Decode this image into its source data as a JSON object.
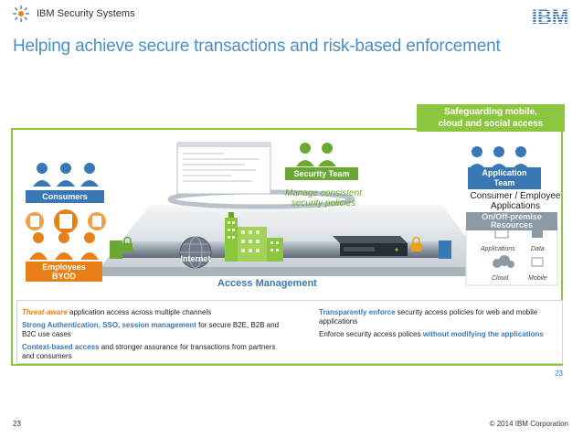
{
  "header": {
    "brand_name": "IBM Security Systems",
    "logo_text": "IBM",
    "title": "Helping achieve secure transactions and risk-based enforcement"
  },
  "banner": {
    "line1": "Safeguarding mobile,",
    "line2": "cloud and social access"
  },
  "diagram": {
    "consumers": "Consumers",
    "employees_line1": "Employees",
    "employees_line2": "BYOD",
    "security_team": "Security Team",
    "manage_line1": "Manage consistent",
    "manage_line2": "security policies",
    "app_team_line1": "Application",
    "app_team_line2": "Team",
    "consumer_apps_line1": "Consumer / Employee",
    "consumer_apps_line2": "Applications",
    "resources_line1": "On/Off-premise",
    "resources_line2": "Resources",
    "res_applications": "Applications",
    "res_data": "Data",
    "res_cloud": "Cloud",
    "res_mobile": "Mobile",
    "internet": "Internet",
    "access_management": "Access Management"
  },
  "details": {
    "left": [
      {
        "em": "Threat-aware",
        "rest": " application access across multiple channels"
      },
      {
        "em": "Strong Authentication, SSO, session management",
        "rest": " for secure B2E, B2B and B2C use cases"
      },
      {
        "em": "Context-based access",
        "rest": " and stronger assurance for transactions from partners and consumers"
      }
    ],
    "right": [
      {
        "em": "Transparently enforce",
        "rest": " security access policies for web and mobile applications"
      },
      {
        "pre": "Enforce security access polices ",
        "em": "without modifying the applications"
      }
    ]
  },
  "slide_number_inner": "23",
  "footer": {
    "page": "23",
    "copyright": "© 2014 IBM Corporation"
  },
  "colors": {
    "blue": "#3a78b5",
    "green": "#8cc63f",
    "orange": "#e8801a",
    "title_blue": "#4b8ec8"
  }
}
